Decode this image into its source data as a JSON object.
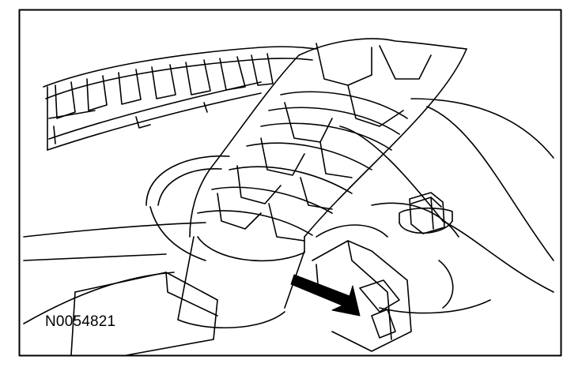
{
  "figure": {
    "id_label": "N0054821",
    "line_color": "#000000",
    "background": "#ffffff",
    "callout": {
      "type": "arrow",
      "target": "electrical-connector"
    }
  }
}
